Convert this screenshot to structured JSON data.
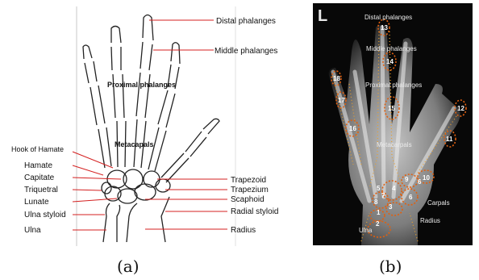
{
  "panel_a": {
    "labels": {
      "distal_phalanges": "Distal phalanges",
      "middle_phalanges": "Middle phalanges",
      "proximal_phalanges": "Proximal phalanges",
      "metacapals": "Metacapals",
      "hook_of_hamate": "Hook of Hamate",
      "hamate": "Hamate",
      "capitate": "Capitate",
      "triquetral": "Triquetral",
      "lunate": "Lunate",
      "ulna_styloid": "Ulna styloid",
      "ulna": "Ulna",
      "trapezoid": "Trapezoid",
      "trapezium": "Trapezium",
      "scaphoid": "Scaphoid",
      "radial_styloid": "Radial styloid",
      "radius": "Radius"
    },
    "caption": "(a)"
  },
  "panel_b": {
    "corner_mark": "L",
    "labels": {
      "distal_phalanges": "Distal phalanges",
      "middle_phalanges": "Middle phalanges",
      "proximal_phalanges": "Proximal phalanges",
      "metacarpals": "Metacarpals",
      "carpals": "Carpals",
      "radius": "Radius",
      "ulna": "Ulna"
    },
    "numbers": [
      "1",
      "2",
      "3",
      "4",
      "5",
      "6",
      "6",
      "7",
      "8",
      "9",
      "10",
      "11",
      "12",
      "13",
      "14",
      "15",
      "16",
      "17",
      "18"
    ],
    "caption": "(b)"
  },
  "colors": {
    "leader_line": "#d42020",
    "roi_outline": "#e06010",
    "roi_dots": "#e8a030"
  }
}
